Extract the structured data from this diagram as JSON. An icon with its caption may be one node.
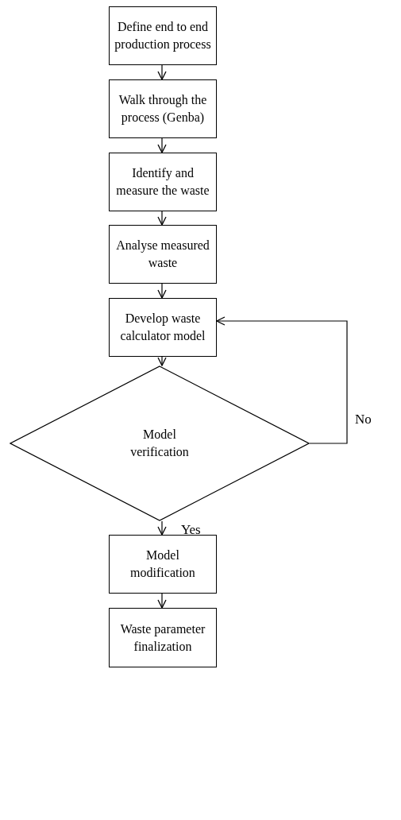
{
  "diagram": {
    "nodes": [
      {
        "text": [
          "Define end to end production process"
        ]
      },
      {
        "text": [
          "Walk through the process (Genba)"
        ]
      },
      {
        "text": [
          "Identify and measure the waste"
        ]
      },
      {
        "text": [
          "Analyse measured waste"
        ]
      },
      {
        "text": [
          "Develop waste calculator model"
        ]
      },
      {
        "text": [
          "Model verification"
        ]
      },
      {
        "text": [
          "Model modification"
        ]
      },
      {
        "text": [
          "Waste parameter finalization"
        ]
      }
    ],
    "edges": [
      {
        "from": 0,
        "to": 1,
        "arrow": "to"
      },
      {
        "from": 1,
        "to": 2,
        "arrow": "to"
      },
      {
        "from": 2,
        "to": 3,
        "arrow": "to"
      },
      {
        "from": 3,
        "to": 4,
        "arrow": "to"
      },
      {
        "from": 4,
        "to": 5,
        "arrow": "to"
      },
      {
        "from": 5,
        "to": 6,
        "arrow": "to",
        "label": "Yes"
      },
      {
        "from": 6,
        "to": 7,
        "arrow": "to"
      },
      {
        "from": 5,
        "to": 4,
        "arrow": "to",
        "label": "No"
      }
    ]
  }
}
